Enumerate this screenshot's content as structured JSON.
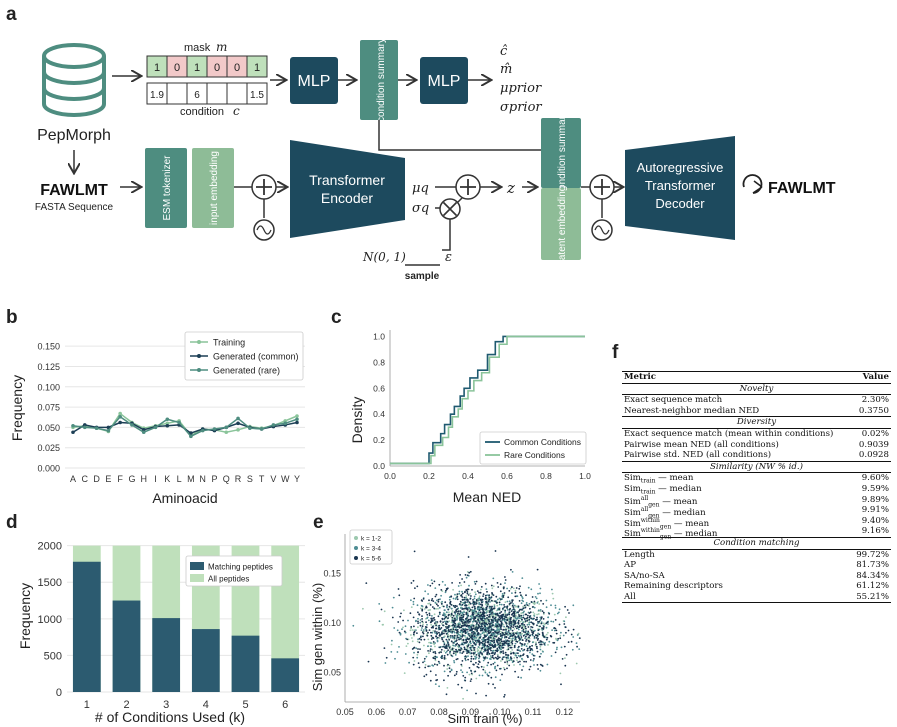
{
  "panels": {
    "a": "a",
    "b": "b",
    "c": "c",
    "d": "d",
    "e": "e",
    "f": "f"
  },
  "panel_a": {
    "database_label": "PepMorph",
    "input_sequence": "FAWLMT",
    "input_caption": "FASTA Sequence",
    "output_sequence": "FAWLMT",
    "mask_label": "mask",
    "mask_symbol": "m",
    "mask_values": [
      "1",
      "0",
      "1",
      "0",
      "0",
      "1"
    ],
    "condition_values": [
      "1.9",
      "",
      "6",
      "",
      "",
      "1.5"
    ],
    "condition_label": "condition",
    "condition_symbol": "c",
    "mlp1": "MLP",
    "mlp2": "MLP",
    "condition_summary": "condition summary",
    "outputs": [
      "ĉ",
      "m̂",
      "μprior",
      "σprior"
    ],
    "esm_tokenizer": "ESM tokenizer",
    "input_embedding": "input embedding",
    "encoder_line1": "Transformer",
    "encoder_line2": "Encoder",
    "mu_q": "μq",
    "sigma_q": "σq",
    "z": "z",
    "normal": "N(0, 1)",
    "sample": "sample",
    "epsilon": "ε",
    "latent_embedding": "latent embedding",
    "decoder_line1": "Autoregressive",
    "decoder_line2": "Transformer",
    "decoder_line3": "Decoder",
    "colors": {
      "navy": "#1d4a5e",
      "teal": "#4e8d80",
      "light_green": "#8ebc97",
      "mask_green": "#bfe0bb",
      "mask_pink": "#f2c9c9"
    }
  },
  "chart_data": [
    {
      "id": "b",
      "type": "line",
      "xlabel": "Aminoacid",
      "ylabel": "Frequency",
      "categories": [
        "A",
        "C",
        "D",
        "E",
        "F",
        "G",
        "H",
        "I",
        "K",
        "L",
        "M",
        "N",
        "P",
        "Q",
        "R",
        "S",
        "T",
        "V",
        "W",
        "Y"
      ],
      "ylim": [
        0,
        0.16
      ],
      "yticks": [
        "0.000",
        "0.025",
        "0.050",
        "0.075",
        "0.100",
        "0.125",
        "0.150"
      ],
      "series": [
        {
          "name": "Training",
          "color": "#8ac49a",
          "values": [
            0.05,
            0.052,
            0.049,
            0.045,
            0.067,
            0.056,
            0.049,
            0.052,
            0.055,
            0.058,
            0.04,
            0.048,
            0.047,
            0.044,
            0.047,
            0.051,
            0.049,
            0.052,
            0.058,
            0.064
          ]
        },
        {
          "name": "Generated (common)",
          "color": "#1c3f55",
          "values": [
            0.044,
            0.053,
            0.05,
            0.05,
            0.056,
            0.055,
            0.047,
            0.051,
            0.052,
            0.053,
            0.043,
            0.048,
            0.046,
            0.05,
            0.055,
            0.05,
            0.048,
            0.051,
            0.053,
            0.056
          ]
        },
        {
          "name": "Generated (rare)",
          "color": "#4e8d80",
          "values": [
            0.052,
            0.05,
            0.049,
            0.046,
            0.063,
            0.053,
            0.044,
            0.05,
            0.06,
            0.056,
            0.039,
            0.046,
            0.048,
            0.05,
            0.061,
            0.049,
            0.048,
            0.053,
            0.055,
            0.06
          ]
        }
      ]
    },
    {
      "id": "c",
      "type": "line",
      "subtype": "step-ecdf",
      "xlabel": "Mean NED",
      "ylabel": "Density",
      "xlim": [
        0,
        1
      ],
      "ylim": [
        0,
        1.05
      ],
      "xticks": [
        "0.0",
        "0.2",
        "0.4",
        "0.6",
        "0.8",
        "1.0"
      ],
      "yticks": [
        "0.0",
        "0.2",
        "0.4",
        "0.6",
        "0.8",
        "1.0"
      ],
      "series": [
        {
          "name": "Common Conditions",
          "color": "#1f5a70",
          "x": [
            0,
            0.16,
            0.2,
            0.22,
            0.26,
            0.28,
            0.31,
            0.33,
            0.36,
            0.38,
            0.41,
            0.45,
            0.5,
            0.54,
            0.58,
            1.0
          ],
          "y": [
            0.02,
            0.02,
            0.1,
            0.18,
            0.25,
            0.32,
            0.4,
            0.46,
            0.54,
            0.6,
            0.68,
            0.74,
            0.86,
            0.96,
            1.0,
            1.0
          ]
        },
        {
          "name": "Rare Conditions",
          "color": "#8ac49a",
          "x": [
            0,
            0.18,
            0.21,
            0.23,
            0.27,
            0.3,
            0.32,
            0.35,
            0.37,
            0.4,
            0.43,
            0.47,
            0.51,
            0.56,
            0.6,
            1.0
          ],
          "y": [
            0.02,
            0.02,
            0.08,
            0.16,
            0.22,
            0.3,
            0.38,
            0.44,
            0.52,
            0.58,
            0.66,
            0.72,
            0.84,
            0.94,
            1.0,
            1.0
          ]
        }
      ]
    },
    {
      "id": "d",
      "type": "bar",
      "subtype": "stacked",
      "xlabel": "# of Conditions Used (k)",
      "ylabel": "Frequency",
      "categories": [
        "1",
        "2",
        "3",
        "4",
        "5",
        "6"
      ],
      "ylim": [
        0,
        2050
      ],
      "yticks": [
        "0",
        "500",
        "1000",
        "1500",
        "2000"
      ],
      "series": [
        {
          "name": "Matching peptides",
          "color": "#2c5b70",
          "values": [
            1780,
            1250,
            1010,
            860,
            770,
            460
          ]
        },
        {
          "name": "All peptides",
          "color": "#bfe0bb",
          "values": [
            2000,
            2000,
            2000,
            2000,
            2000,
            2000
          ]
        }
      ]
    },
    {
      "id": "e",
      "type": "scatter",
      "xlabel": "Sim train (%)",
      "ylabel": "Sim gen within (%)",
      "xlim": [
        0.05,
        0.125
      ],
      "ylim": [
        0.02,
        0.19
      ],
      "xticks": [
        "0.05",
        "0.06",
        "0.07",
        "0.08",
        "0.09",
        "0.10",
        "0.11",
        "0.12"
      ],
      "yticks": [
        "0.05",
        "0.10",
        "0.15"
      ],
      "legend": [
        "k = 1-2",
        "k = 3-4",
        "k = 5-6"
      ],
      "colors": [
        "#9cc8ae",
        "#4e8d94",
        "#1a3550"
      ],
      "center": [
        0.094,
        0.094
      ],
      "spread": [
        0.011,
        0.022
      ]
    }
  ],
  "table_f": {
    "header": [
      "Metric",
      "Value"
    ],
    "sections": [
      {
        "title": "Novelty",
        "rows": [
          [
            "Exact sequence match",
            "2.30%"
          ],
          [
            "Nearest-neighbor median NED",
            "0.3750"
          ]
        ]
      },
      {
        "title": "Diversity",
        "rows": [
          [
            "Exact sequence match (mean within conditions)",
            "0.02%"
          ],
          [
            "Pairwise mean NED (all conditions)",
            "0.9039"
          ],
          [
            "Pairwise std. NED (all conditions)",
            "0.0928"
          ]
        ]
      },
      {
        "title": "Similarity (NW % id.)",
        "rows": [
          [
            "Sim_train — mean",
            "9.60%"
          ],
          [
            "Sim_train — median",
            "9.59%"
          ],
          [
            "Sim_gen^all — mean",
            "9.89%"
          ],
          [
            "Sim_gen^all — median",
            "9.91%"
          ],
          [
            "Sim_gen^within — mean",
            "9.40%"
          ],
          [
            "Sim_gen^within — median",
            "9.16%"
          ]
        ]
      },
      {
        "title": "Condition matching",
        "rows": [
          [
            "Length",
            "99.72%"
          ],
          [
            "AP",
            "81.73%"
          ],
          [
            "SA/no-SA",
            "84.34%"
          ],
          [
            "Remaining descriptors",
            "61.12%"
          ],
          [
            "All",
            "55.21%"
          ]
        ]
      }
    ]
  }
}
